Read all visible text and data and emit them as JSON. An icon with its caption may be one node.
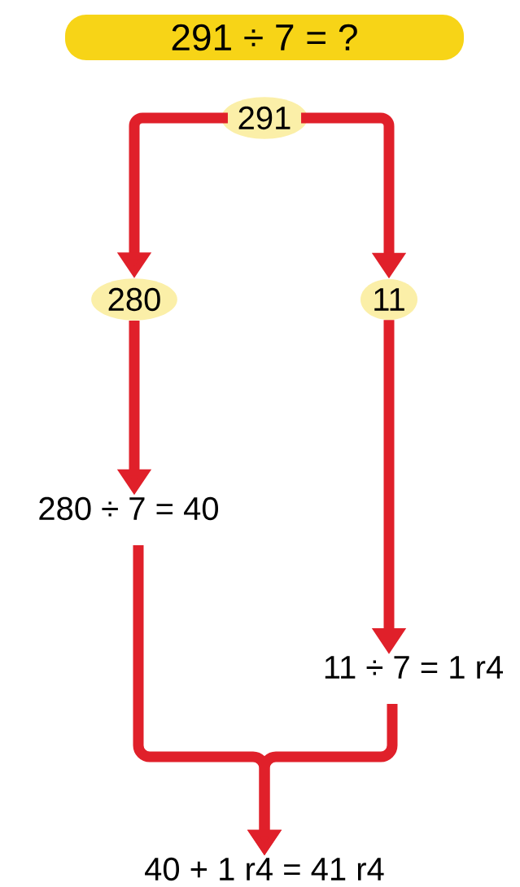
{
  "diagram": {
    "title": "291 ÷ 7 = ?",
    "nodes": [
      {
        "text": [
          "291"
        ]
      },
      {
        "text": [
          "280"
        ]
      },
      {
        "text": [
          "11"
        ]
      },
      {
        "text": [
          "280 ÷ 7 = 40"
        ]
      },
      {
        "text": [
          "11 ÷ 7 = 1 r4"
        ]
      },
      {
        "text": [
          "40 + 1 r4 = 41 r4"
        ]
      }
    ],
    "edges": [
      {
        "from": 0,
        "to": 1,
        "arrow": "to"
      },
      {
        "from": 0,
        "to": 2,
        "arrow": "to"
      },
      {
        "from": 1,
        "to": 3,
        "arrow": "to"
      },
      {
        "from": 2,
        "to": 4,
        "arrow": "to"
      },
      {
        "from": 3,
        "to": 5,
        "arrow": "to"
      },
      {
        "from": 4,
        "to": 5,
        "arrow": "to"
      }
    ]
  }
}
